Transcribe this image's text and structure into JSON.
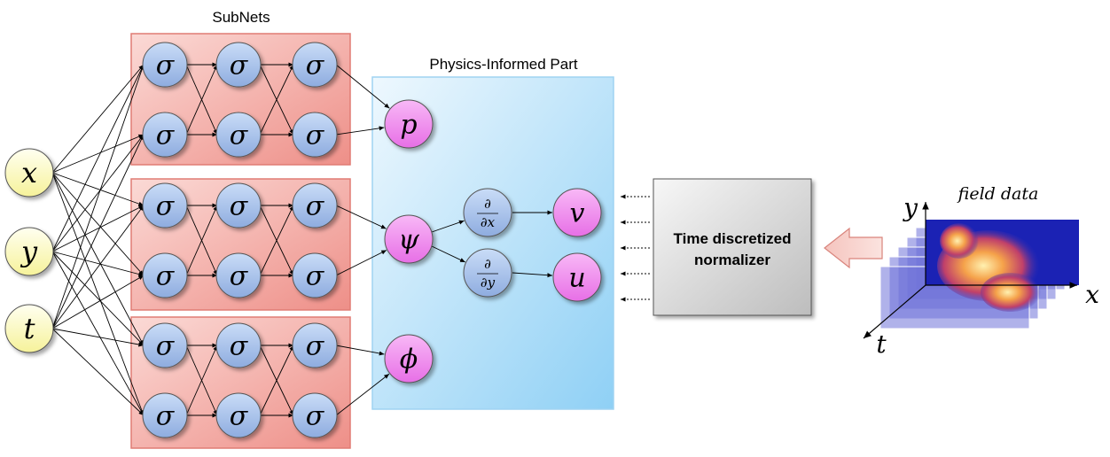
{
  "labels": {
    "subnets": "SubNets",
    "physics_part": "Physics-Informed Part",
    "normalizer_line1": "Time discretized",
    "normalizer_line2": "normalizer",
    "field_data": "field data"
  },
  "inputs": [
    "x",
    "y",
    "t"
  ],
  "activation_symbol": "σ",
  "outputs": [
    "p",
    "ψ",
    "ϕ",
    "v",
    "u"
  ],
  "derivatives": {
    "dx": {
      "num": "∂",
      "den": "∂x"
    },
    "dy": {
      "num": "∂",
      "den": "∂y"
    }
  },
  "field_axes": {
    "x": "x",
    "y": "y",
    "t": "t"
  },
  "colors": {
    "input_node": "#fdfbc0",
    "hidden_node": "#a9c4ec",
    "output_node": "#ef86ee",
    "subnet_bg": "#f3a29c",
    "physics_bg": "#c9e8f8",
    "normalizer_bg": "#e2e2e2",
    "arrow": "#f0b0a8"
  }
}
